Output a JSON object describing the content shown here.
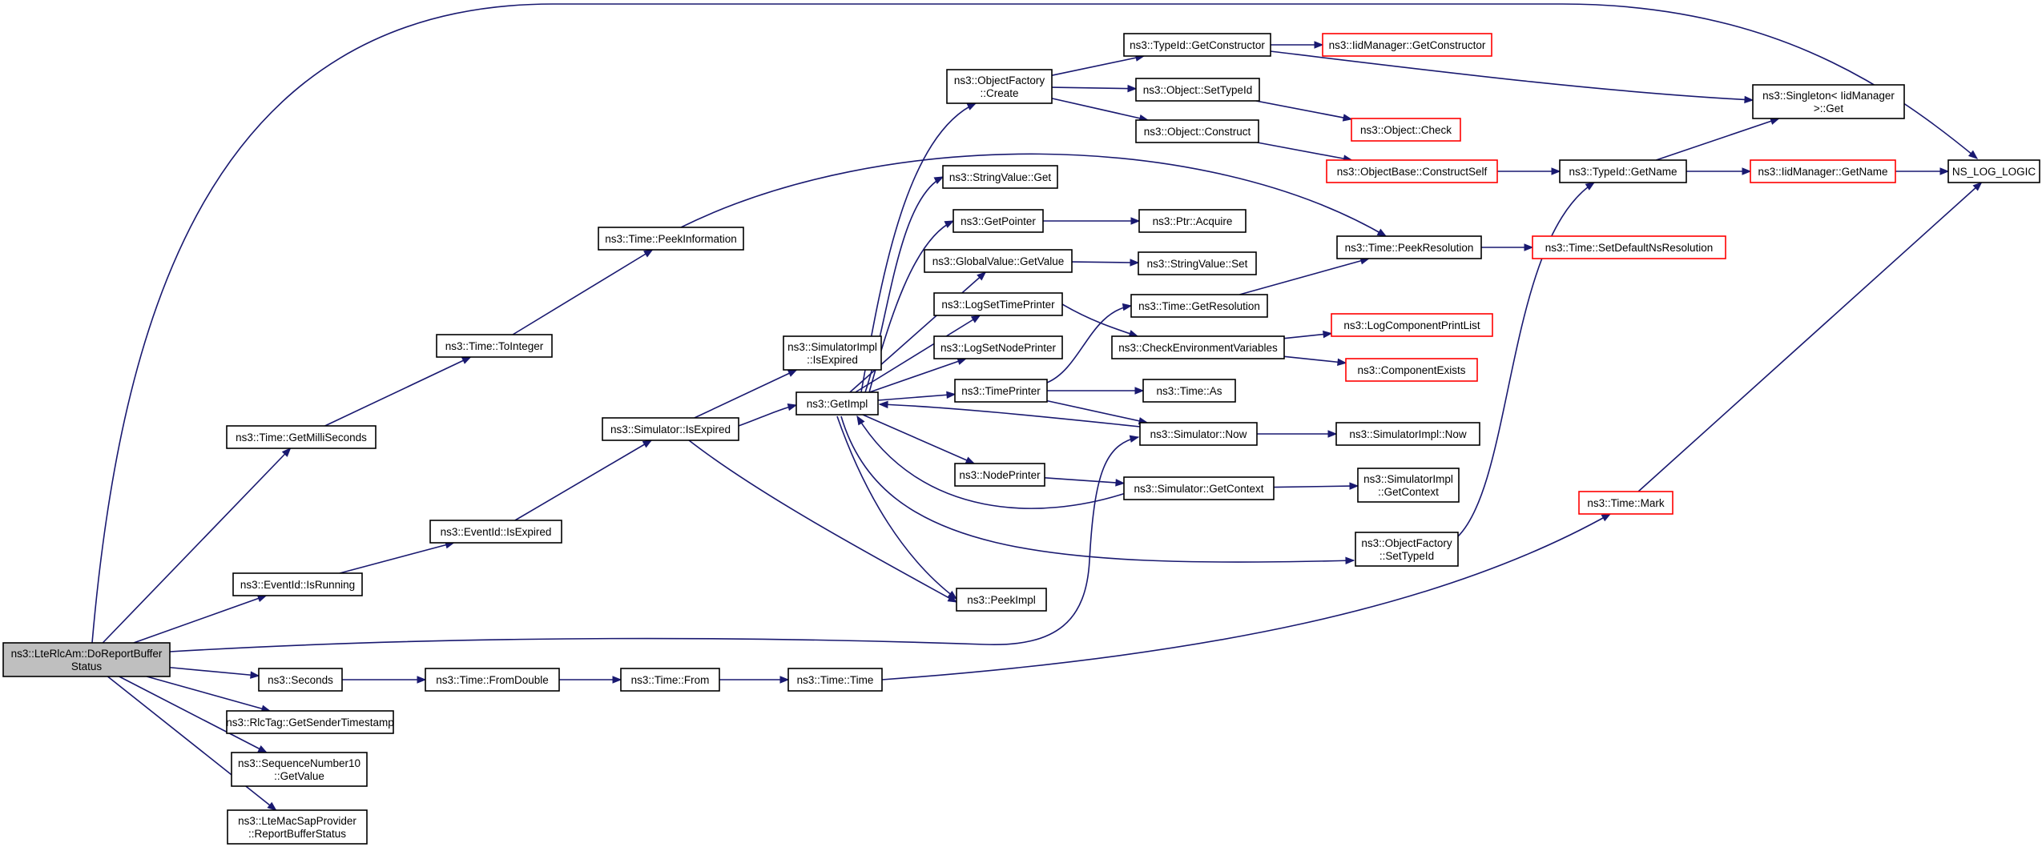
{
  "graph": {
    "title": "",
    "nodes": [
      {
        "id": "root",
        "lines": [
          "ns3::LteRlcAm::DoReportBuffer",
          "Status"
        ],
        "style": "root"
      },
      {
        "id": "getms",
        "lines": [
          "ns3::Time::GetMilliSeconds"
        ]
      },
      {
        "id": "isrun",
        "lines": [
          "ns3::EventId::IsRunning"
        ]
      },
      {
        "id": "seconds",
        "lines": [
          "ns3::Seconds"
        ]
      },
      {
        "id": "rlctag",
        "lines": [
          "ns3::RlcTag::GetSenderTimestamp"
        ]
      },
      {
        "id": "seqnum",
        "lines": [
          "ns3::SequenceNumber10",
          "::GetValue"
        ]
      },
      {
        "id": "ltemac",
        "lines": [
          "ns3::LteMacSapProvider",
          "::ReportBufferStatus"
        ]
      },
      {
        "id": "toint",
        "lines": [
          "ns3::Time::ToInteger"
        ]
      },
      {
        "id": "evexp",
        "lines": [
          "ns3::EventId::IsExpired"
        ]
      },
      {
        "id": "fromdbl",
        "lines": [
          "ns3::Time::FromDouble"
        ]
      },
      {
        "id": "peekinfo",
        "lines": [
          "ns3::Time::PeekInformation"
        ]
      },
      {
        "id": "simexp",
        "lines": [
          "ns3::Simulator::IsExpired"
        ]
      },
      {
        "id": "from",
        "lines": [
          "ns3::Time::From"
        ]
      },
      {
        "id": "simimplexp",
        "lines": [
          "ns3::SimulatorImpl",
          "::IsExpired"
        ]
      },
      {
        "id": "getimpl",
        "lines": [
          "ns3::GetImpl"
        ]
      },
      {
        "id": "time",
        "lines": [
          "ns3::Time::Time"
        ]
      },
      {
        "id": "objfac",
        "lines": [
          "ns3::ObjectFactory",
          "::Create"
        ]
      },
      {
        "id": "strget",
        "lines": [
          "ns3::StringValue::Get"
        ]
      },
      {
        "id": "getptr",
        "lines": [
          "ns3::GetPointer"
        ]
      },
      {
        "id": "gvget",
        "lines": [
          "ns3::GlobalValue::GetValue"
        ]
      },
      {
        "id": "logtime",
        "lines": [
          "ns3::LogSetTimePrinter"
        ]
      },
      {
        "id": "lognode",
        "lines": [
          "ns3::LogSetNodePrinter"
        ]
      },
      {
        "id": "timeprn",
        "lines": [
          "ns3::TimePrinter"
        ]
      },
      {
        "id": "nodeprn",
        "lines": [
          "ns3::NodePrinter"
        ]
      },
      {
        "id": "peekimpl",
        "lines": [
          "ns3::PeekImpl"
        ]
      },
      {
        "id": "tidgetc",
        "lines": [
          "ns3::TypeId::GetConstructor"
        ]
      },
      {
        "id": "objsettid",
        "lines": [
          "ns3::Object::SetTypeId"
        ]
      },
      {
        "id": "objcons",
        "lines": [
          "ns3::Object::Construct"
        ]
      },
      {
        "id": "ptracq",
        "lines": [
          "ns3::Ptr::Acquire"
        ]
      },
      {
        "id": "strset",
        "lines": [
          "ns3::StringValue::Set"
        ]
      },
      {
        "id": "getres",
        "lines": [
          "ns3::Time::GetResolution"
        ]
      },
      {
        "id": "checkenv",
        "lines": [
          "ns3::CheckEnvironmentVariables"
        ]
      },
      {
        "id": "timeas",
        "lines": [
          "ns3::Time::As"
        ]
      },
      {
        "id": "simnow",
        "lines": [
          "ns3::Simulator::Now"
        ]
      },
      {
        "id": "simctx",
        "lines": [
          "ns3::Simulator::GetContext"
        ]
      },
      {
        "id": "iidgetc",
        "lines": [
          "ns3::IidManager::GetConstructor"
        ],
        "style": "trunc"
      },
      {
        "id": "objcheck",
        "lines": [
          "ns3::Object::Check"
        ],
        "style": "trunc"
      },
      {
        "id": "objbase",
        "lines": [
          "ns3::ObjectBase::ConstructSelf"
        ],
        "style": "trunc"
      },
      {
        "id": "peekres",
        "lines": [
          "ns3::Time::PeekResolution"
        ]
      },
      {
        "id": "logcpl",
        "lines": [
          "ns3::LogComponentPrintList"
        ],
        "style": "trunc"
      },
      {
        "id": "compex",
        "lines": [
          "ns3::ComponentExists"
        ],
        "style": "trunc"
      },
      {
        "id": "simimplnow",
        "lines": [
          "ns3::SimulatorImpl::Now"
        ]
      },
      {
        "id": "simimplctx",
        "lines": [
          "ns3::SimulatorImpl",
          "::GetContext"
        ]
      },
      {
        "id": "ofsettid",
        "lines": [
          "ns3::ObjectFactory",
          "::SetTypeId"
        ]
      },
      {
        "id": "timemark",
        "lines": [
          "ns3::Time::Mark"
        ],
        "style": "trunc"
      },
      {
        "id": "singleton",
        "lines": [
          "ns3::Singleton< IidManager",
          ">::Get"
        ]
      },
      {
        "id": "tidgetname",
        "lines": [
          "ns3::TypeId::GetName"
        ]
      },
      {
        "id": "iidgetname",
        "lines": [
          "ns3::IidManager::GetName"
        ],
        "style": "trunc"
      },
      {
        "id": "setdefres",
        "lines": [
          "ns3::Time::SetDefaultNsResolution"
        ],
        "style": "trunc"
      },
      {
        "id": "nslog",
        "lines": [
          "NS_LOG_LOGIC"
        ]
      }
    ],
    "edges": [
      [
        "root",
        "nslog"
      ],
      [
        "root",
        "getms"
      ],
      [
        "root",
        "isrun"
      ],
      [
        "root",
        "simnow"
      ],
      [
        "root",
        "seconds"
      ],
      [
        "root",
        "rlctag"
      ],
      [
        "root",
        "seqnum"
      ],
      [
        "root",
        "ltemac"
      ],
      [
        "getms",
        "toint"
      ],
      [
        "toint",
        "peekinfo"
      ],
      [
        "peekinfo",
        "peekres"
      ],
      [
        "isrun",
        "evexp"
      ],
      [
        "evexp",
        "simexp"
      ],
      [
        "simexp",
        "simimplexp"
      ],
      [
        "simexp",
        "getimpl"
      ],
      [
        "simexp",
        "peekimpl"
      ],
      [
        "seconds",
        "fromdbl"
      ],
      [
        "fromdbl",
        "from"
      ],
      [
        "from",
        "time"
      ],
      [
        "time",
        "timemark"
      ],
      [
        "timemark",
        "nslog"
      ],
      [
        "getimpl",
        "objfac"
      ],
      [
        "getimpl",
        "strget"
      ],
      [
        "getimpl",
        "getptr"
      ],
      [
        "getimpl",
        "gvget"
      ],
      [
        "getimpl",
        "logtime"
      ],
      [
        "getimpl",
        "lognode"
      ],
      [
        "getimpl",
        "timeprn"
      ],
      [
        "getimpl",
        "nodeprn"
      ],
      [
        "getimpl",
        "peekimpl"
      ],
      [
        "getimpl",
        "ofsettid"
      ],
      [
        "objfac",
        "tidgetc"
      ],
      [
        "objfac",
        "objsettid"
      ],
      [
        "objfac",
        "objcons"
      ],
      [
        "tidgetc",
        "iidgetc"
      ],
      [
        "tidgetc",
        "singleton"
      ],
      [
        "objsettid",
        "objcheck"
      ],
      [
        "objcons",
        "objbase"
      ],
      [
        "objbase",
        "tidgetname"
      ],
      [
        "tidgetname",
        "singleton"
      ],
      [
        "tidgetname",
        "iidgetname"
      ],
      [
        "iidgetname",
        "nslog"
      ],
      [
        "ofsettid",
        "tidgetname"
      ],
      [
        "getptr",
        "ptracq"
      ],
      [
        "gvget",
        "strset"
      ],
      [
        "logtime",
        "checkenv"
      ],
      [
        "checkenv",
        "logcpl"
      ],
      [
        "checkenv",
        "compex"
      ],
      [
        "timeprn",
        "getres"
      ],
      [
        "getres",
        "peekres"
      ],
      [
        "peekres",
        "setdefres"
      ],
      [
        "timeprn",
        "timeas"
      ],
      [
        "timeprn",
        "simnow"
      ],
      [
        "simnow",
        "getimpl"
      ],
      [
        "simnow",
        "simimplnow"
      ],
      [
        "nodeprn",
        "simctx"
      ],
      [
        "simctx",
        "getimpl"
      ],
      [
        "simctx",
        "simimplctx"
      ]
    ]
  }
}
